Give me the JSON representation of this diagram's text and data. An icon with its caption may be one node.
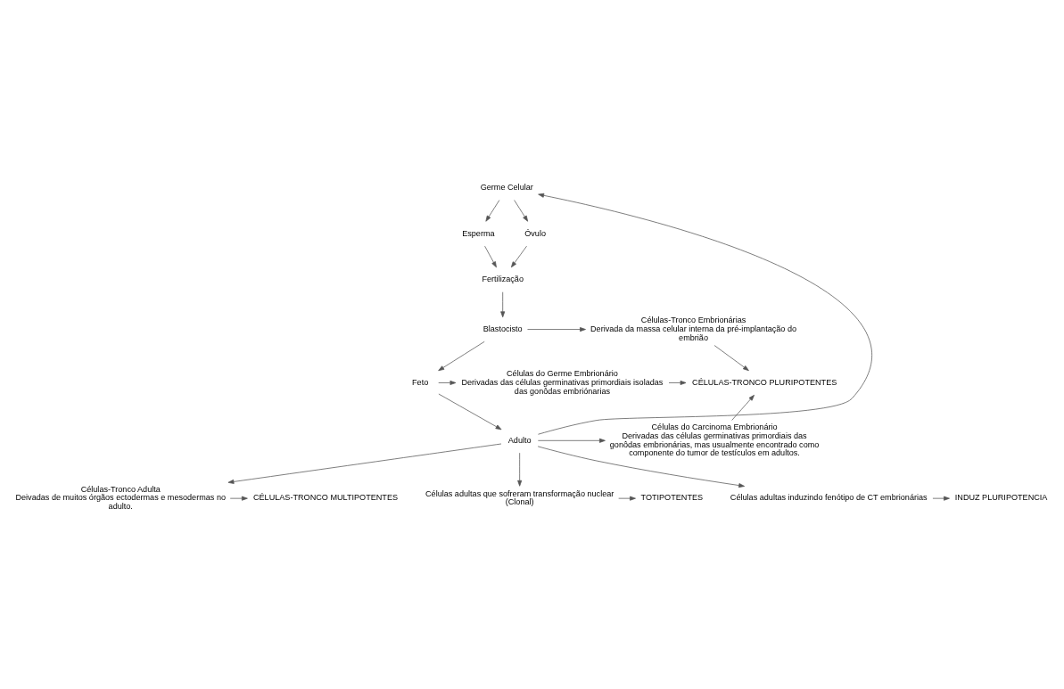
{
  "diagram": {
    "nodes": [
      {
        "text": [
          "Germe Celular"
        ]
      },
      {
        "text": [
          "Esperma"
        ]
      },
      {
        "text": [
          "Óvulo"
        ]
      },
      {
        "text": [
          "Fertilização"
        ]
      },
      {
        "text": [
          "Blastocisto"
        ]
      },
      {
        "text": [
          "Feto"
        ]
      },
      {
        "text": [
          "Adulto"
        ]
      },
      {
        "text": [
          "Células-Tronco Embrionárias",
          "Derivada da massa celular interna da pré-implantação do embrião"
        ]
      },
      {
        "text": [
          "Células do Germe Embrionário",
          "Derivadas das células germinativas primordiais isoladas das gonôdas embriónarias"
        ]
      },
      {
        "text": [
          "Células do Carcinoma Embrionário",
          "Derivadas das células germinativas primordiais das gonôdas embrionárias, mas usualmente encontrado como componente do tumor de testículos em adultos."
        ]
      },
      {
        "text": [
          "Células-Tronco Adulta",
          "Deivadas de muitos órgãos ectodermas e mesodermas no adulto."
        ]
      },
      {
        "text": [
          "Células adultas que sofreram transformação nuclear (Clonal)"
        ]
      },
      {
        "text": [
          "Células adultas induzindo fenótipo de CT embrionárias"
        ]
      },
      {
        "text": [
          "CÉLULAS-TRONCO PLURIPOTENTES"
        ]
      },
      {
        "text": [
          "CÉLULAS-TRONCO MULTIPOTENTES"
        ]
      },
      {
        "text": [
          "TOTIPOTENTES"
        ]
      },
      {
        "text": [
          "INDUZ PLURIPOTENCIA"
        ]
      }
    ],
    "edges": [
      {
        "from": 0,
        "to": 1,
        "arrow": "to"
      },
      {
        "from": 0,
        "to": 2,
        "arrow": "to"
      },
      {
        "from": 1,
        "to": 3,
        "arrow": "to"
      },
      {
        "from": 2,
        "to": 3,
        "arrow": "to"
      },
      {
        "from": 3,
        "to": 4,
        "arrow": "to"
      },
      {
        "from": 4,
        "to": 5,
        "arrow": "to"
      },
      {
        "from": 5,
        "to": 6,
        "arrow": "to"
      },
      {
        "from": 6,
        "to": 0,
        "arrow": "to"
      },
      {
        "from": 4,
        "to": 7,
        "arrow": "to"
      },
      {
        "from": 5,
        "to": 8,
        "arrow": "to"
      },
      {
        "from": 6,
        "to": 9,
        "arrow": "to"
      },
      {
        "from": 6,
        "to": 10,
        "arrow": "to"
      },
      {
        "from": 6,
        "to": 11,
        "arrow": "to"
      },
      {
        "from": 6,
        "to": 12,
        "arrow": "to"
      },
      {
        "from": 7,
        "to": 13,
        "arrow": "to"
      },
      {
        "from": 8,
        "to": 13,
        "arrow": "to"
      },
      {
        "from": 9,
        "to": 13,
        "arrow": "to"
      },
      {
        "from": 10,
        "to": 14,
        "arrow": "to"
      },
      {
        "from": 11,
        "to": 15,
        "arrow": "to"
      },
      {
        "from": 12,
        "to": 16,
        "arrow": "to"
      }
    ]
  }
}
